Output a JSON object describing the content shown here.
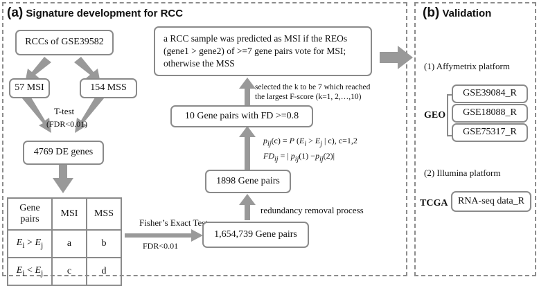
{
  "panel_a": {
    "tag": "(a)",
    "title": "Signature development for RCC",
    "rccs": "RCCs of GSE39582",
    "msi": "57 MSI",
    "mss": "154 MSS",
    "ttest": "T-test",
    "fdr1": "(FDR<0.01)",
    "de_genes": "4769 DE genes",
    "table": {
      "h_gene": "Gene",
      "h_pairs": "pairs",
      "h_msi": "MSI",
      "h_mss": "MSS",
      "r1_label": "Ei > Ej",
      "r1_msi": "a",
      "r1_mss": "b",
      "r2_label": "Ei < Ej",
      "r2_msi": "c",
      "r2_mss": "d"
    },
    "fisher": "Fisher’s Exact Test",
    "fdr2": "FDR<0.01",
    "pairs_1654739": "1,654,739 Gene pairs",
    "redundancy": "redundancy removal process",
    "pairs_1898": "1898 Gene pairs",
    "formula1": "pij(c) = P (Ei > Ej | c), c=1,2",
    "formula2": "FDij = | pij(1) −pij(2)|",
    "pairs_10": "10 Gene pairs with FD >=0.8",
    "select_l1": "selected the k to be 7 which reached",
    "select_l2": "the largest F-score (k=1, 2,…,10)",
    "predict_l1": "a RCC sample was predicted as MSI if the REOs",
    "predict_l2": "(gene1 > gene2) of >=7 gene pairs vote for MSI;",
    "predict_l3": "otherwise the MSS"
  },
  "panel_b": {
    "tag": "(b)",
    "title": "Validation",
    "affy": "(1) Affymetrix platform",
    "geo": "GEO",
    "geo_sets": [
      "GSE39084_R",
      "GSE18088_R",
      "GSE75317_R"
    ],
    "illumina": "(2) Illumina platform",
    "tcga": "TCGA",
    "rnaseq": "RNA-seq data_R"
  },
  "colors": {
    "arrow": "#999999",
    "border": "#8a8a8a",
    "dash": "#8c8c8c"
  }
}
